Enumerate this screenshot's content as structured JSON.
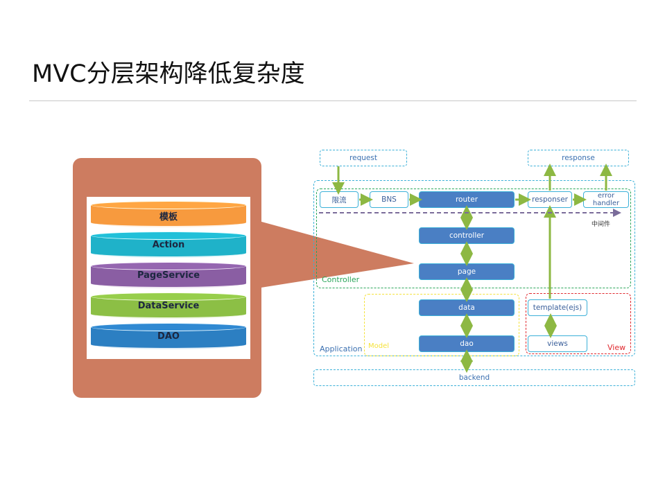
{
  "slide": {
    "title": "MVC分层架构降低复杂度"
  },
  "layer_stack": {
    "layers": [
      {
        "label": "模板",
        "color": "#f79a3e"
      },
      {
        "label": "Action",
        "color": "#1fb2c9"
      },
      {
        "label": "PageService",
        "color": "#8a5ea3"
      },
      {
        "label": "DataService",
        "color": "#8cbf45"
      },
      {
        "label": "DAO",
        "color": "#2c7fc2"
      }
    ],
    "panel_color": "#cd7c60"
  },
  "architecture": {
    "request": "request",
    "response": "response",
    "throttle": "限流",
    "bns": "BNS",
    "router": "router",
    "responser": "responser",
    "error_handler": "error handler",
    "middleware_label": "中间件",
    "controller": "controller",
    "page": "page",
    "data": "data",
    "dao": "dao",
    "template": "template(ejs)",
    "views": "views",
    "backend": "backend",
    "regions": {
      "controller": "Controller",
      "application": "Application",
      "model": "Model",
      "view": "View"
    },
    "colors": {
      "application": "#3bb0d8",
      "controller": "#2aa65a",
      "model": "#f5e23a",
      "view": "#e0282e",
      "middleware": "#7a6c9a",
      "arrow": "#8db843"
    }
  }
}
